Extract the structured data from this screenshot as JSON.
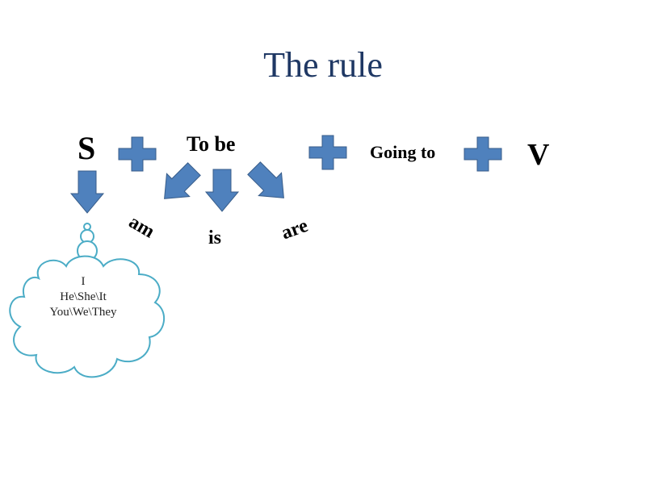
{
  "title": "The rule",
  "formula": {
    "subject": "S",
    "to_be": "To be",
    "going_to": "Going to",
    "verb": "V"
  },
  "forms": {
    "am": "am",
    "is": "is",
    "are": "are"
  },
  "cloud": {
    "lines": [
      "I",
      "He\\She\\It",
      "You\\We\\They"
    ]
  },
  "colors": {
    "shape_fill": "#4f81bd",
    "shape_stroke": "#385d8a",
    "cloud_stroke": "#4bacc6",
    "title": "#1f3864"
  }
}
